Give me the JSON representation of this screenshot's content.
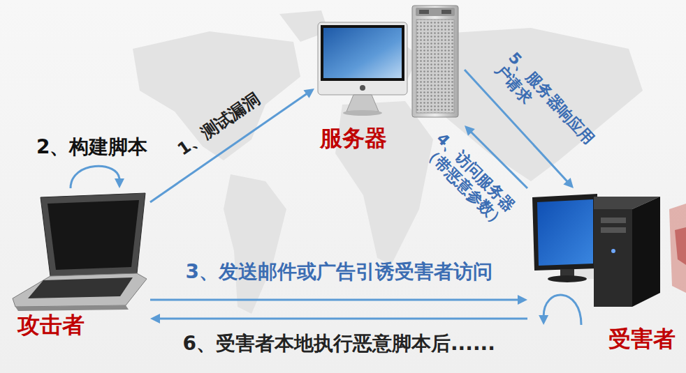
{
  "diagram": {
    "nodes": [
      {
        "text": [
          "攻击者"
        ]
      },
      {
        "text": [
          "服务器"
        ]
      },
      {
        "text": [
          "受害者"
        ]
      }
    ],
    "edges": [
      {
        "from": 0,
        "to": 1,
        "label": "1、测试漏洞",
        "arrow": "to"
      },
      {
        "from": 0,
        "to": 0,
        "label": "2、构建脚本",
        "arrow": "to"
      },
      {
        "from": 0,
        "to": 2,
        "label": "3、发送邮件或广告引诱受害者访问",
        "arrow": "to"
      },
      {
        "from": 2,
        "to": 1,
        "label": "4、访问服务器（带恶意参数）",
        "arrow": "to"
      },
      {
        "from": 1,
        "to": 2,
        "label": "5、服务器响应用户请求",
        "arrow": "to"
      },
      {
        "from": 2,
        "to": 0,
        "label": "6、受害者本地执行恶意脚本后......",
        "arrow": "to"
      },
      {
        "from": 2,
        "to": 2,
        "arrow": "to"
      }
    ]
  }
}
